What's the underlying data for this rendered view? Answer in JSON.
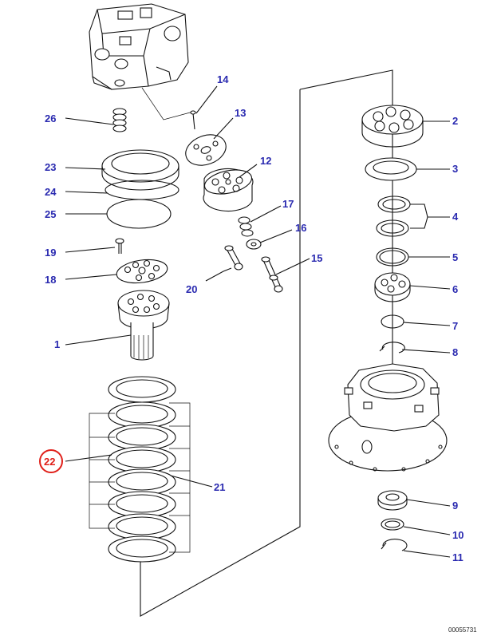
{
  "diagram": {
    "part_numbers": [
      "1",
      "2",
      "3",
      "4",
      "5",
      "6",
      "7",
      "8",
      "9",
      "10",
      "11",
      "12",
      "13",
      "14",
      "15",
      "16",
      "17",
      "19",
      "20",
      "21",
      "22",
      "23",
      "24",
      "25",
      "26",
      "18"
    ],
    "highlighted_part": "22",
    "highlight_color": "#e0201a",
    "label_color": "#2a2ab0",
    "figure_code": "00055731"
  }
}
